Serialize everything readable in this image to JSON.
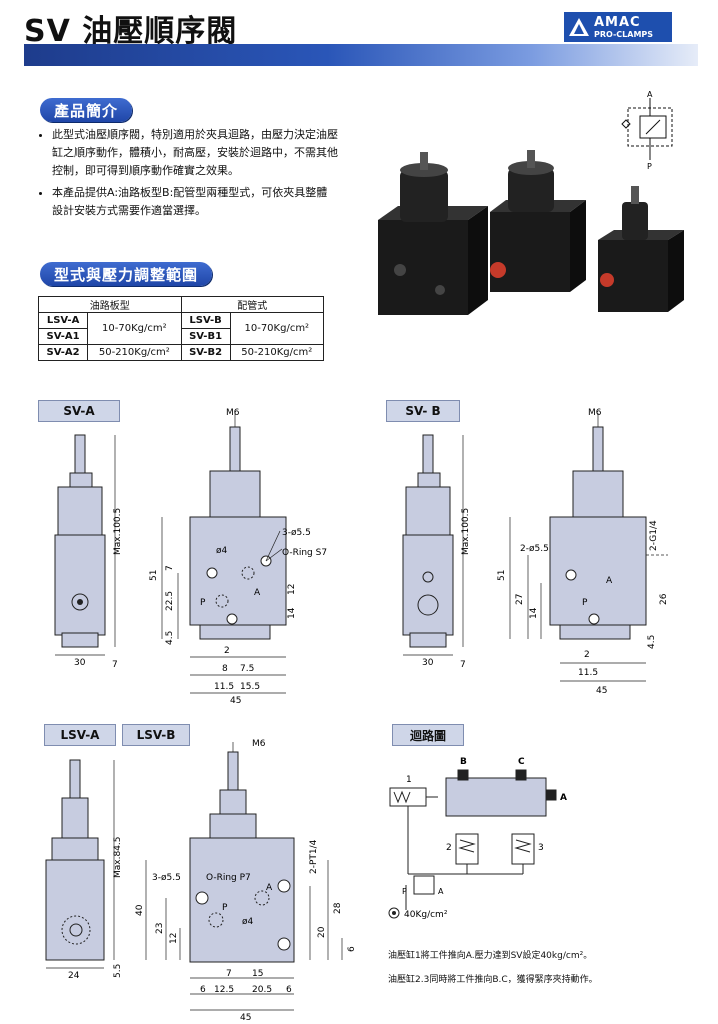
{
  "header": {
    "title": "SV 油壓順序閥",
    "brand_main": "AMAC",
    "brand_sub": "PRO-CLAMPS"
  },
  "intro": {
    "heading": "產品簡介",
    "bullets": [
      "此型式油壓順序閥，特別適用於夾具迴路，由壓力決定油壓缸之順序動作，體積小，耐高壓，安裝於迴路中，不需其他控制，即可得到順序動作確實之效果。",
      "本產品提供A:油路板型B:配管型兩種型式，可依夾具整體設計安裝方式需要作適當選擇。"
    ]
  },
  "symbol": {
    "a": "A",
    "p": "P"
  },
  "models": {
    "heading": "型式與壓力調整範圍",
    "col1": "油路板型",
    "col2": "配管式",
    "rows": [
      [
        "LSV-A",
        "10-70Kg/cm²",
        "LSV-B",
        "10-70Kg/cm²"
      ],
      [
        "SV-A1",
        "",
        "SV-B1",
        ""
      ],
      [
        "SV-A2",
        "50-210Kg/cm²",
        "SV-B2",
        "50-210Kg/cm²"
      ]
    ]
  },
  "drawings": {
    "sva": {
      "tag": "SV-A",
      "max": "Max.100.5",
      "w30": "30",
      "d7": "7",
      "m6": "M6",
      "d51": "51",
      "d225": "22.5",
      "d45": "4.5",
      "d7b": "7",
      "d12": "12",
      "d14": "14",
      "p": "P",
      "a": "A",
      "phi4": "ø4",
      "hole": "3-ø5.5",
      "oring": "O-Ring S7",
      "d2": "2",
      "d8": "8",
      "d75": "7.5",
      "d115": "11.5",
      "d155": "15.5",
      "d45w": "45"
    },
    "svb": {
      "tag": "SV- B",
      "max": "Max.100.5",
      "w30": "30",
      "d7": "7",
      "m6": "M6",
      "d51": "51",
      "d27": "27",
      "d14": "14",
      "d26": "26",
      "d45": "4.5",
      "hole": "2-ø5.5",
      "g14": "2-G1/4",
      "p": "P",
      "a": "A",
      "d2": "2",
      "d115": "11.5",
      "d45w": "45"
    },
    "lsv": {
      "tag1": "LSV-A",
      "tag2": "LSV-B",
      "max": "Max.84.5",
      "w24": "24",
      "d55": "5.5",
      "m6": "M6",
      "hole": "3-ø5.5",
      "oring": "O-Ring P7",
      "pt": "2-PT1/4",
      "d40": "40",
      "d23": "23",
      "d12": "12",
      "d28": "28",
      "d20": "20",
      "d6": "6",
      "p": "P",
      "a": "A",
      "phi4": "ø4",
      "d7": "7",
      "d15": "15",
      "d6b": "6",
      "d125": "12.5",
      "d205": "20.5",
      "d6c": "6",
      "d45w": "45"
    },
    "circuit": {
      "tag": "迴路圖",
      "b": "B",
      "c": "C",
      "a": "A",
      "n1": "1",
      "n2": "2",
      "n3": "3",
      "p": "P",
      "a2": "A",
      "pressure": "40Kg/cm²",
      "note1": "油壓缸1將工件推向A.壓力達到SV設定40kg/cm²。",
      "note2": "油壓缸2.3同時將工件推向B.C，獲得緊序夾持動作。"
    }
  }
}
